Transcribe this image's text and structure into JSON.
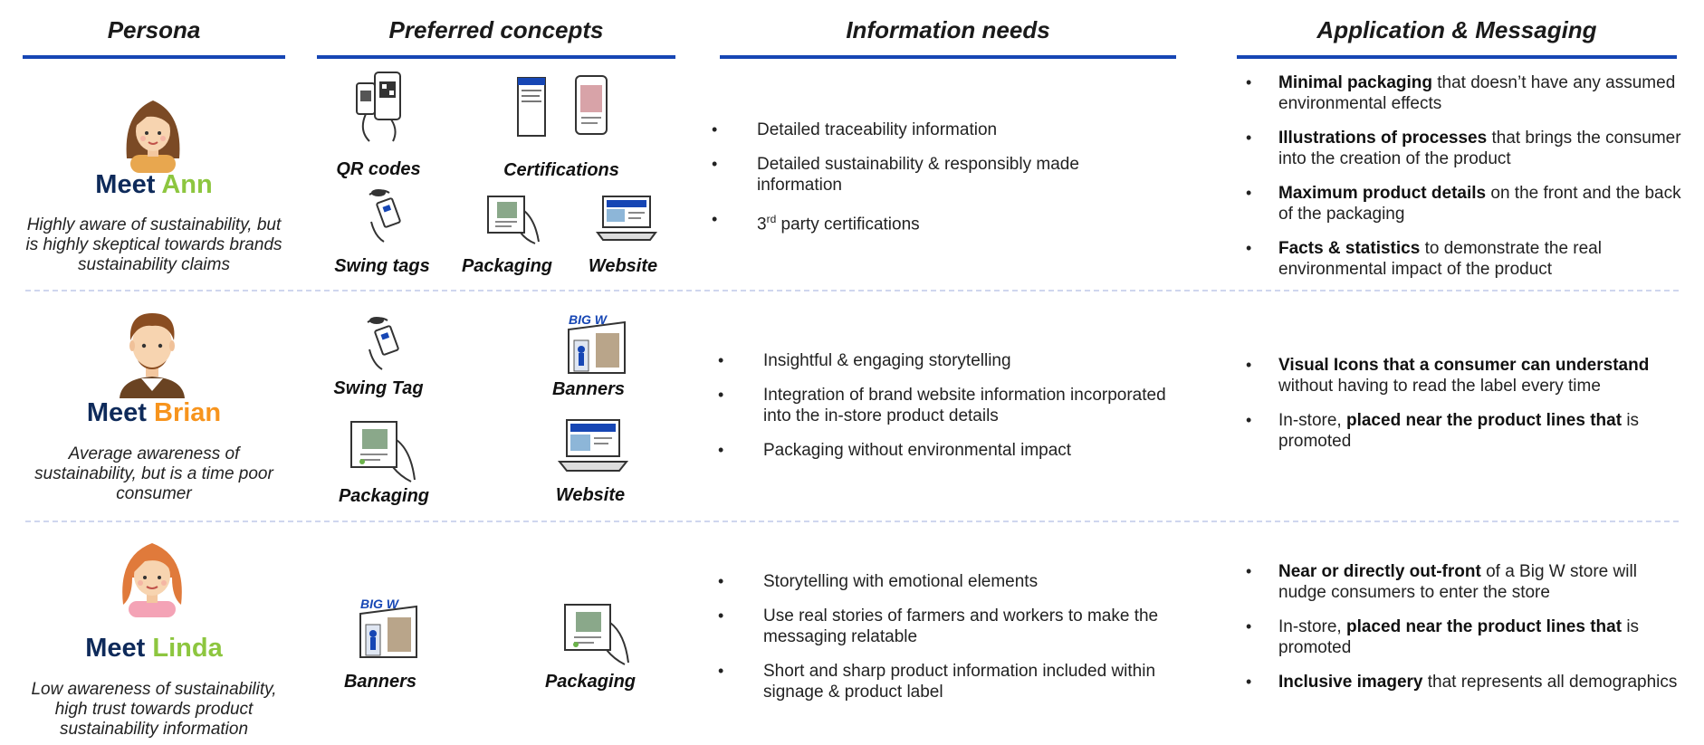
{
  "headers": {
    "persona": "Persona",
    "concepts": "Preferred concepts",
    "info": "Information needs",
    "app": "Application & Messaging"
  },
  "colors": {
    "accent": "#1646b4",
    "ann": "#8dc63f",
    "brian": "#f7941d",
    "linda": "#8dc63f",
    "navy": "#0e2a5a"
  },
  "personas": [
    {
      "meet": "Meet",
      "name": "Ann",
      "description": "Highly aware of sustainability, but is highly skeptical towards brands sustainability claims",
      "concepts": [
        "QR codes",
        "Certifications",
        "Swing tags",
        "Packaging",
        "Website"
      ],
      "info": [
        "Detailed traceability information",
        "Detailed sustainability & responsibly made information",
        {
          "base": "3",
          "sup": "rd",
          "rest": " party certifications"
        }
      ],
      "app": [
        {
          "bold": "Minimal packaging",
          "rest": " that doesn’t have any assumed environmental effects"
        },
        {
          "bold": "Illustrations of processes",
          "rest": " that brings the consumer into the creation of the product"
        },
        {
          "bold": "Maximum product details",
          "rest": " on the front and the back of the packaging"
        },
        {
          "bold": "Facts & statistics",
          "rest": " to demonstrate the real environmental impact of the product"
        }
      ]
    },
    {
      "meet": "Meet",
      "name": "Brian",
      "description": "Average awareness of sustainability, but is a time poor consumer",
      "concepts": [
        "Swing Tag",
        "Banners",
        "Packaging",
        "Website"
      ],
      "info": [
        "Insightful & engaging storytelling",
        "Integration of brand website information incorporated into the in-store product details",
        "Packaging without environmental impact"
      ],
      "app": [
        {
          "pre": "",
          "bold": "Visual Icons that a consumer can understand",
          "rest": " without having to read the label every time"
        },
        {
          "pre": "In-store, ",
          "bold": "placed near the product lines that",
          "rest": " is promoted"
        }
      ]
    },
    {
      "meet": "Meet",
      "name": "Linda",
      "description": "Low awareness of sustainability, high trust towards product sustainability information",
      "concepts": [
        "Banners",
        "Packaging"
      ],
      "info": [
        "Storytelling with emotional elements",
        "Use real stories of farmers and workers to make the messaging relatable",
        "Short and sharp product information included within signage & product label"
      ],
      "app": [
        {
          "pre": "",
          "bold": "Near or directly out-front",
          "rest": " of a Big W store will nudge consumers to enter the store"
        },
        {
          "pre": "In-store, ",
          "bold": "placed near the product lines that",
          "rest": " is promoted"
        },
        {
          "pre": "",
          "bold": "Inclusive imagery",
          "rest": " that represents all demographics"
        }
      ]
    }
  ],
  "bigw_logo": "BIG W",
  "bullet": "•"
}
